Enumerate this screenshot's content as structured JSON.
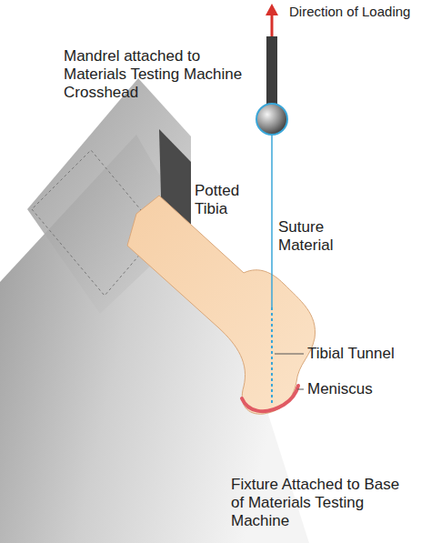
{
  "diagram": {
    "labels": [
      "Direction of Loading",
      "Mandrel attached to Materials Testing Machine Crosshead",
      "Potted Tibia",
      "Suture Material",
      "Tibial Tunnel",
      "Meniscus",
      "Fixture Attached to Base of Materials Testing Machine"
    ]
  }
}
